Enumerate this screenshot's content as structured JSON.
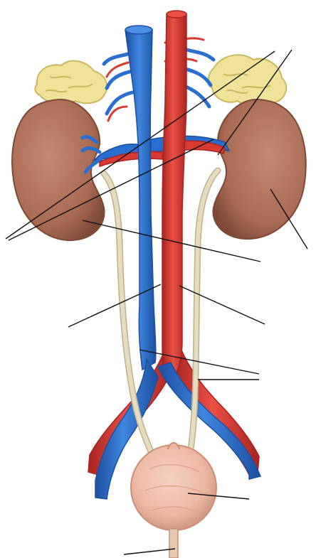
{
  "colors": {
    "background": "#ffffff",
    "vein": "#2a6fcf",
    "vein_dark": "#1c4fa0",
    "artery": "#d93a32",
    "artery_dark": "#a82420",
    "kidney": "#a86a52",
    "kidney_dark": "#7e4a38",
    "kidney_light": "#c48a72",
    "adrenal": "#efe39a",
    "adrenal_dark": "#c9b860",
    "ureter": "#e6dcc0",
    "ureter_dark": "#bfb08a",
    "bladder": "#ecb8a2",
    "bladder_dark": "#c98f78",
    "leader_line": "#111111"
  },
  "structures": [
    "inferior-vena-cava",
    "abdominal-aorta",
    "left-kidney",
    "right-kidney",
    "left-adrenal-gland",
    "right-adrenal-gland",
    "left-ureter",
    "right-ureter",
    "urinary-bladder",
    "urethra",
    "renal-artery",
    "renal-vein",
    "common-iliac-artery",
    "common-iliac-vein"
  ],
  "labels": []
}
